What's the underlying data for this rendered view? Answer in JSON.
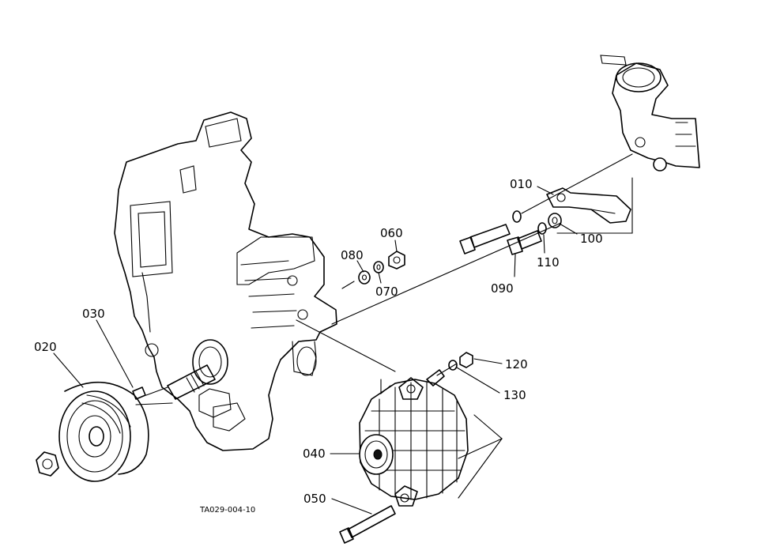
{
  "parts": {
    "p010": "010",
    "p020": "020",
    "p030": "030",
    "p040": "040",
    "p050": "050",
    "p060": "060",
    "p070": "070",
    "p080": "080",
    "p090": "090",
    "p100": "100",
    "p110": "110",
    "p120": "120",
    "p130": "130"
  },
  "figure_code": "TA029-004-10",
  "colors": {
    "ink": "#000000",
    "paper": "#ffffff"
  }
}
